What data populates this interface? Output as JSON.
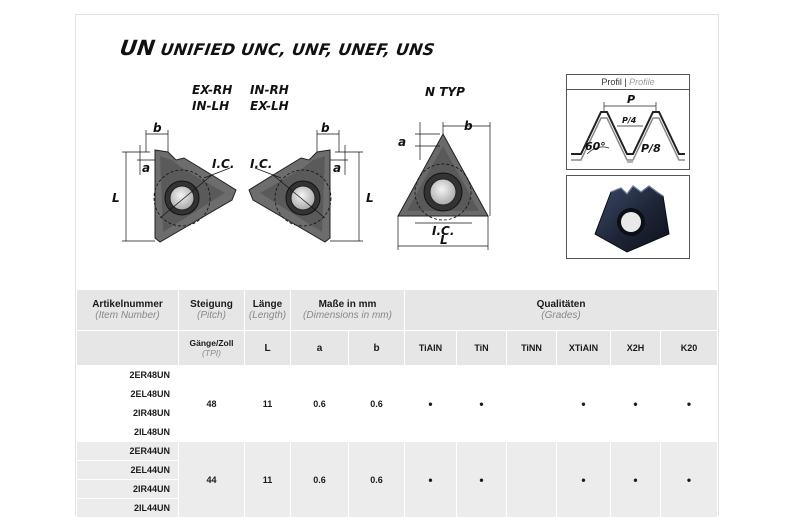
{
  "title": {
    "main": "UN",
    "rest": " UNIFIED UNC, UNF, UNEF, UNS"
  },
  "drawing": {
    "label_left_top": "EX-RH",
    "label_left_bottom": "IN-LH",
    "label_mid_top": "IN-RH",
    "label_mid_bottom": "EX-LH",
    "label_right": "N TYP",
    "dim_b": "b",
    "dim_a": "a",
    "dim_L": "L",
    "dim_ic": "I.C."
  },
  "profile": {
    "heading": "Profil",
    "heading_sep": " | ",
    "heading_alt": "Profile",
    "P": "P",
    "P4": "P/4",
    "P8": "P/8",
    "angle": "60°"
  },
  "table": {
    "headers": {
      "article": "Artikelnummer",
      "article_en": "(Item Number)",
      "pitch": "Steigung",
      "pitch_en": "(Pitch)",
      "length": "Länge",
      "length_en": "(Length)",
      "dims": "Maße in mm",
      "dims_en": "(Dimensions in mm)",
      "grades": "Qualitäten",
      "grades_en": "(Grades)",
      "tpi": "Gänge/Zoll",
      "tpi_en": "(TPI)",
      "L": "L",
      "a": "a",
      "b": "b",
      "grade_cols": [
        "TiAlN",
        "TiN",
        "TiNN",
        "XTiAlN",
        "X2H",
        "K20"
      ]
    },
    "groups": [
      {
        "items": [
          "2ER48UN",
          "2EL48UN",
          "2IR48UN",
          "2IL48UN"
        ],
        "pitch": "48",
        "L": "11",
        "a": "0.6",
        "b": "0.6",
        "grades": [
          "•",
          "•",
          "",
          "•",
          "•",
          "•"
        ]
      },
      {
        "items": [
          "2ER44UN",
          "2EL44UN",
          "2IR44UN",
          "2IL44UN"
        ],
        "pitch": "44",
        "L": "11",
        "a": "0.6",
        "b": "0.6",
        "grades": [
          "•",
          "•",
          "",
          "•",
          "•",
          "•"
        ]
      }
    ]
  }
}
